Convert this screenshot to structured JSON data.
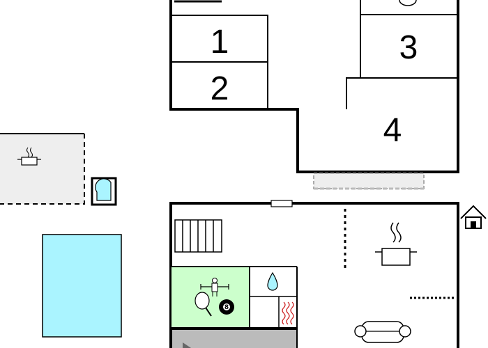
{
  "rooms": [
    {
      "id": "1",
      "label": "1"
    },
    {
      "id": "2",
      "label": "2"
    },
    {
      "id": "3",
      "label": "3"
    },
    {
      "id": "4",
      "label": "4"
    }
  ],
  "icons": {
    "pool_ball_number": "8"
  },
  "colors": {
    "wall": "#000000",
    "pool": "#aaf4ff",
    "game_room": "#ccffcc",
    "terrace": "#eeeeee",
    "garage": "#bbbbbb",
    "water_drop": "#aaf4ff"
  }
}
